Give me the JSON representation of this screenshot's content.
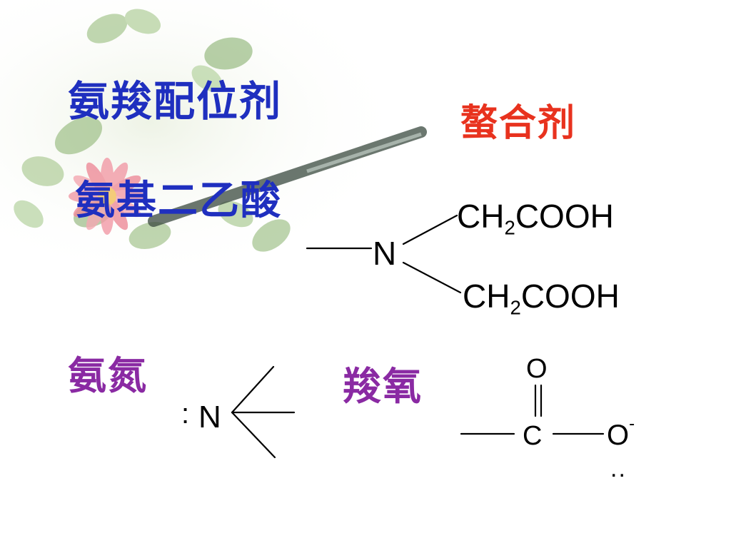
{
  "titles": {
    "main": "氨羧配位剂",
    "chelate": "螯合剂",
    "sub": "氨基二乙酸",
    "amine_n": "氨氮",
    "carboxyl_o": "羧氧"
  },
  "structure_iminodiacetic": {
    "nitrogen": "N",
    "branch_upper": {
      "prefix": "CH",
      "sub": "2",
      "suffix": "COOH"
    },
    "branch_lower": {
      "prefix": "CH",
      "sub": "2",
      "suffix": "COOH"
    }
  },
  "structure_amine": {
    "lone_pair": ":",
    "nitrogen": "N"
  },
  "structure_carboxylate": {
    "oxygen_top": "O",
    "carbon": "C",
    "oxygen_right": "O",
    "charge": "-",
    "lone_pair": ".."
  },
  "colors": {
    "title_blue": "#1f2fbf",
    "title_red": "#e8321e",
    "title_purple": "#8a2aa3"
  },
  "decor_icons": [
    "leaf-cluster-icon",
    "pen-icon",
    "flower-icon"
  ]
}
